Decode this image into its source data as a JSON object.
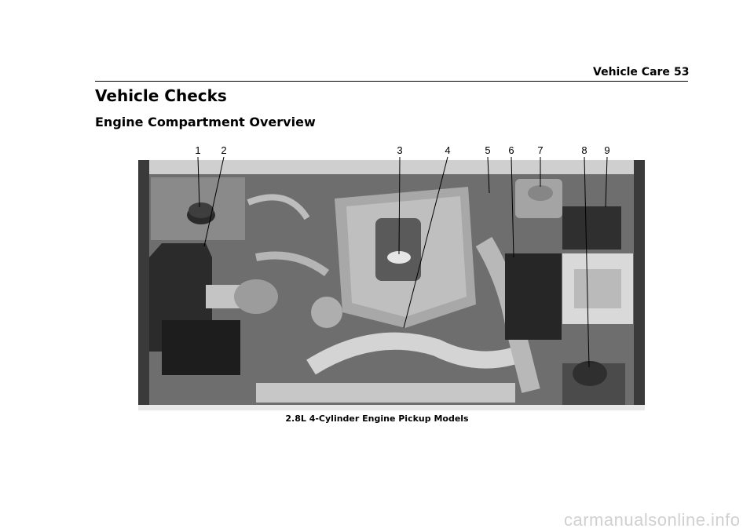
{
  "header": {
    "section": "Vehicle Care",
    "page_number": "53"
  },
  "page_title": "Vehicle Checks",
  "section_title": "Engine Compartment Overview",
  "figure": {
    "callouts": [
      "1",
      "2",
      "3",
      "4",
      "5",
      "6",
      "7",
      "8",
      "9"
    ],
    "caption": "2.8L 4-Cylinder Engine Pickup Models"
  },
  "watermark": "carmanualsonline.info"
}
